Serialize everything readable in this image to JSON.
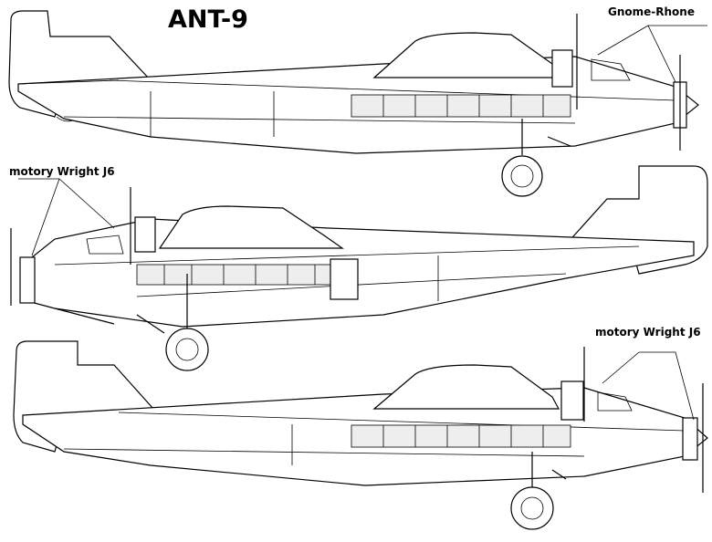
{
  "title": "ANT-9",
  "labels": {
    "top_engine": "Gnome-Rhone",
    "middle_engine": "motory Wright J6",
    "bottom_engine": "motory Wright J6"
  }
}
